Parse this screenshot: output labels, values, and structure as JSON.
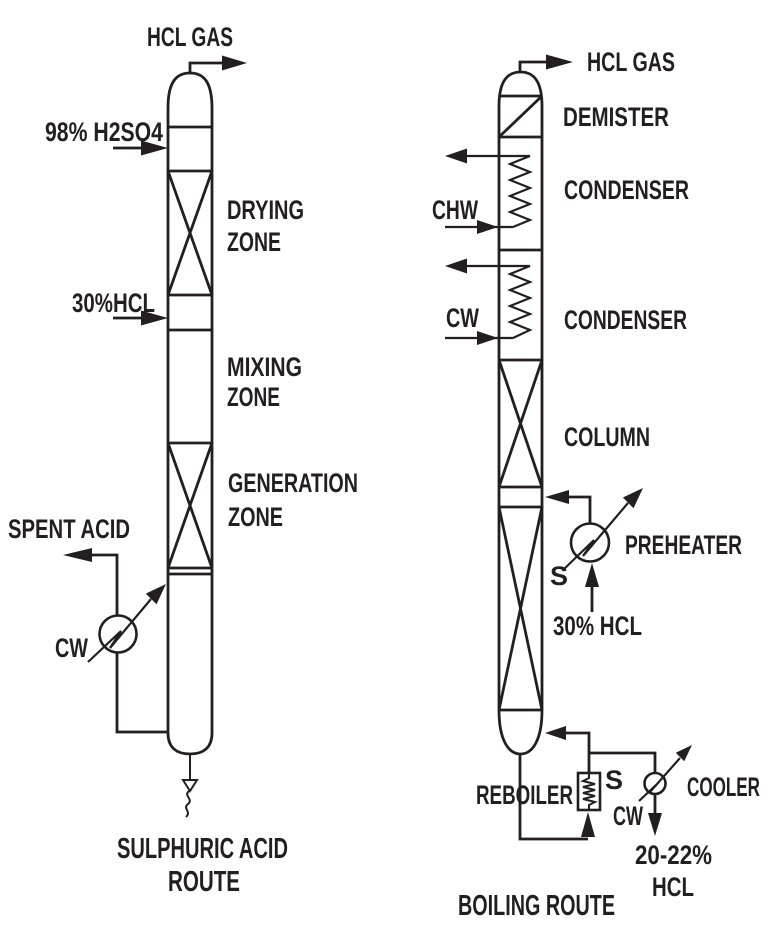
{
  "colors": {
    "ink": "#231f20",
    "background": "#ffffff"
  },
  "left_route": {
    "overhead_stream": "HCL GAS",
    "acid_feed": "98% H2SO4",
    "drying_zone_line1": "DRYING",
    "drying_zone_line2": "ZONE",
    "hcl_feed": "30%HCL",
    "mixing_zone_line1": "MIXING",
    "mixing_zone_line2": "ZONE",
    "generation_zone_line1": "GENERATION",
    "generation_zone_line2": "ZONE",
    "bottoms_stream": "SPENT ACID",
    "cooler_medium": "CW",
    "caption_line1": "SULPHURIC ACID",
    "caption_line2": "ROUTE"
  },
  "right_route": {
    "overhead_stream": "HCL GAS",
    "demister_label": "DEMISTER",
    "condenser1_label": "CONDENSER",
    "condenser1_medium": "CHW",
    "condenser2_label": "CONDENSER",
    "condenser2_medium": "CW",
    "column_label": "COLUMN",
    "preheater_label": "PREHEATER",
    "preheater_medium": "S",
    "feed": "30% HCL",
    "reboiler_label": "REBOILER",
    "reboiler_medium": "S",
    "cooler_label": "COOLER",
    "cooler_medium": "CW",
    "product_line1": "20-22%",
    "product_line2": "HCL",
    "caption": "BOILING ROUTE"
  }
}
